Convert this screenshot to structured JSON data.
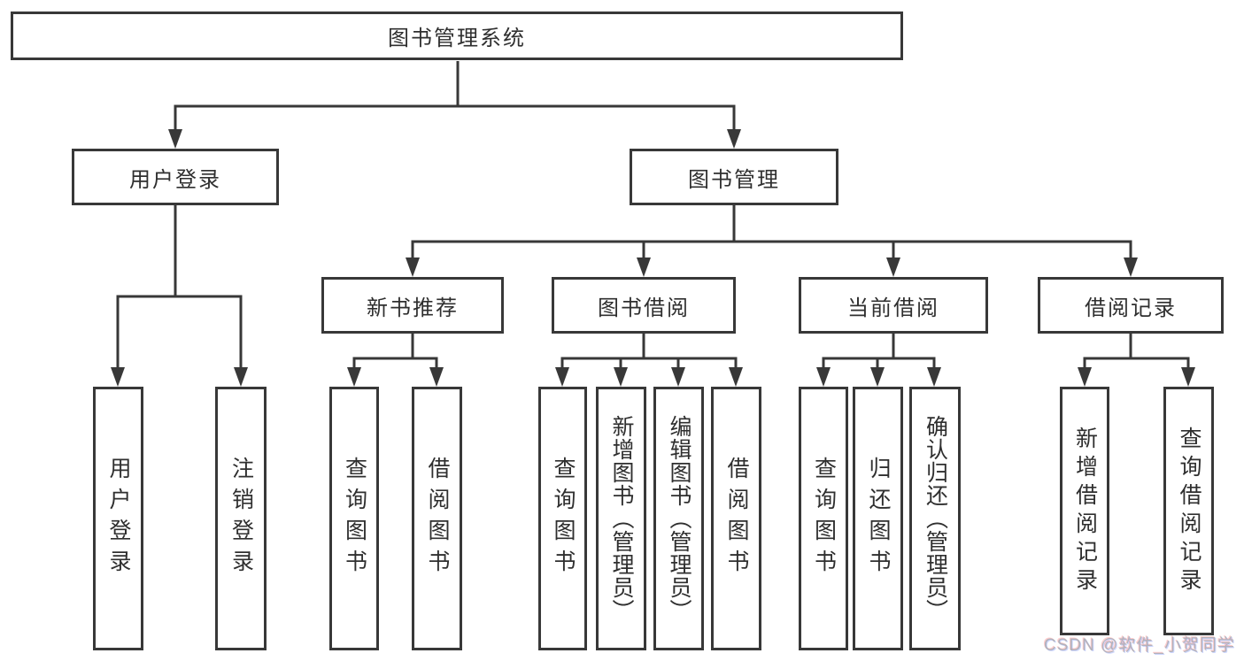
{
  "diagram": {
    "type": "tree",
    "colors": {
      "line": "#383838",
      "box_border": "#383838",
      "text": "#2f2f2f",
      "background": "#ffffff",
      "watermark": "#b2b2bc"
    },
    "root": {
      "label": "图书管理系统",
      "children": [
        {
          "label": "用户登录",
          "children": [
            {
              "label": "用户登录"
            },
            {
              "label": "注销登录"
            }
          ]
        },
        {
          "label": "图书管理",
          "children": [
            {
              "label": "新书推荐",
              "children": [
                {
                  "label": "查询图书"
                },
                {
                  "label": "借阅图书"
                }
              ]
            },
            {
              "label": "图书借阅",
              "children": [
                {
                  "label": "查询图书"
                },
                {
                  "label": "新增图书（管理员）"
                },
                {
                  "label": "编辑图书（管理员）"
                },
                {
                  "label": "借阅图书"
                }
              ]
            },
            {
              "label": "当前借阅",
              "children": [
                {
                  "label": "查询图书"
                },
                {
                  "label": "归还图书"
                },
                {
                  "label": "确认归还（管理员）"
                }
              ]
            },
            {
              "label": "借阅记录",
              "children": [
                {
                  "label": "新增借阅记录"
                },
                {
                  "label": "查询借阅记录"
                }
              ]
            }
          ]
        }
      ]
    },
    "watermark": "CSDN @软件_小贺同学"
  }
}
